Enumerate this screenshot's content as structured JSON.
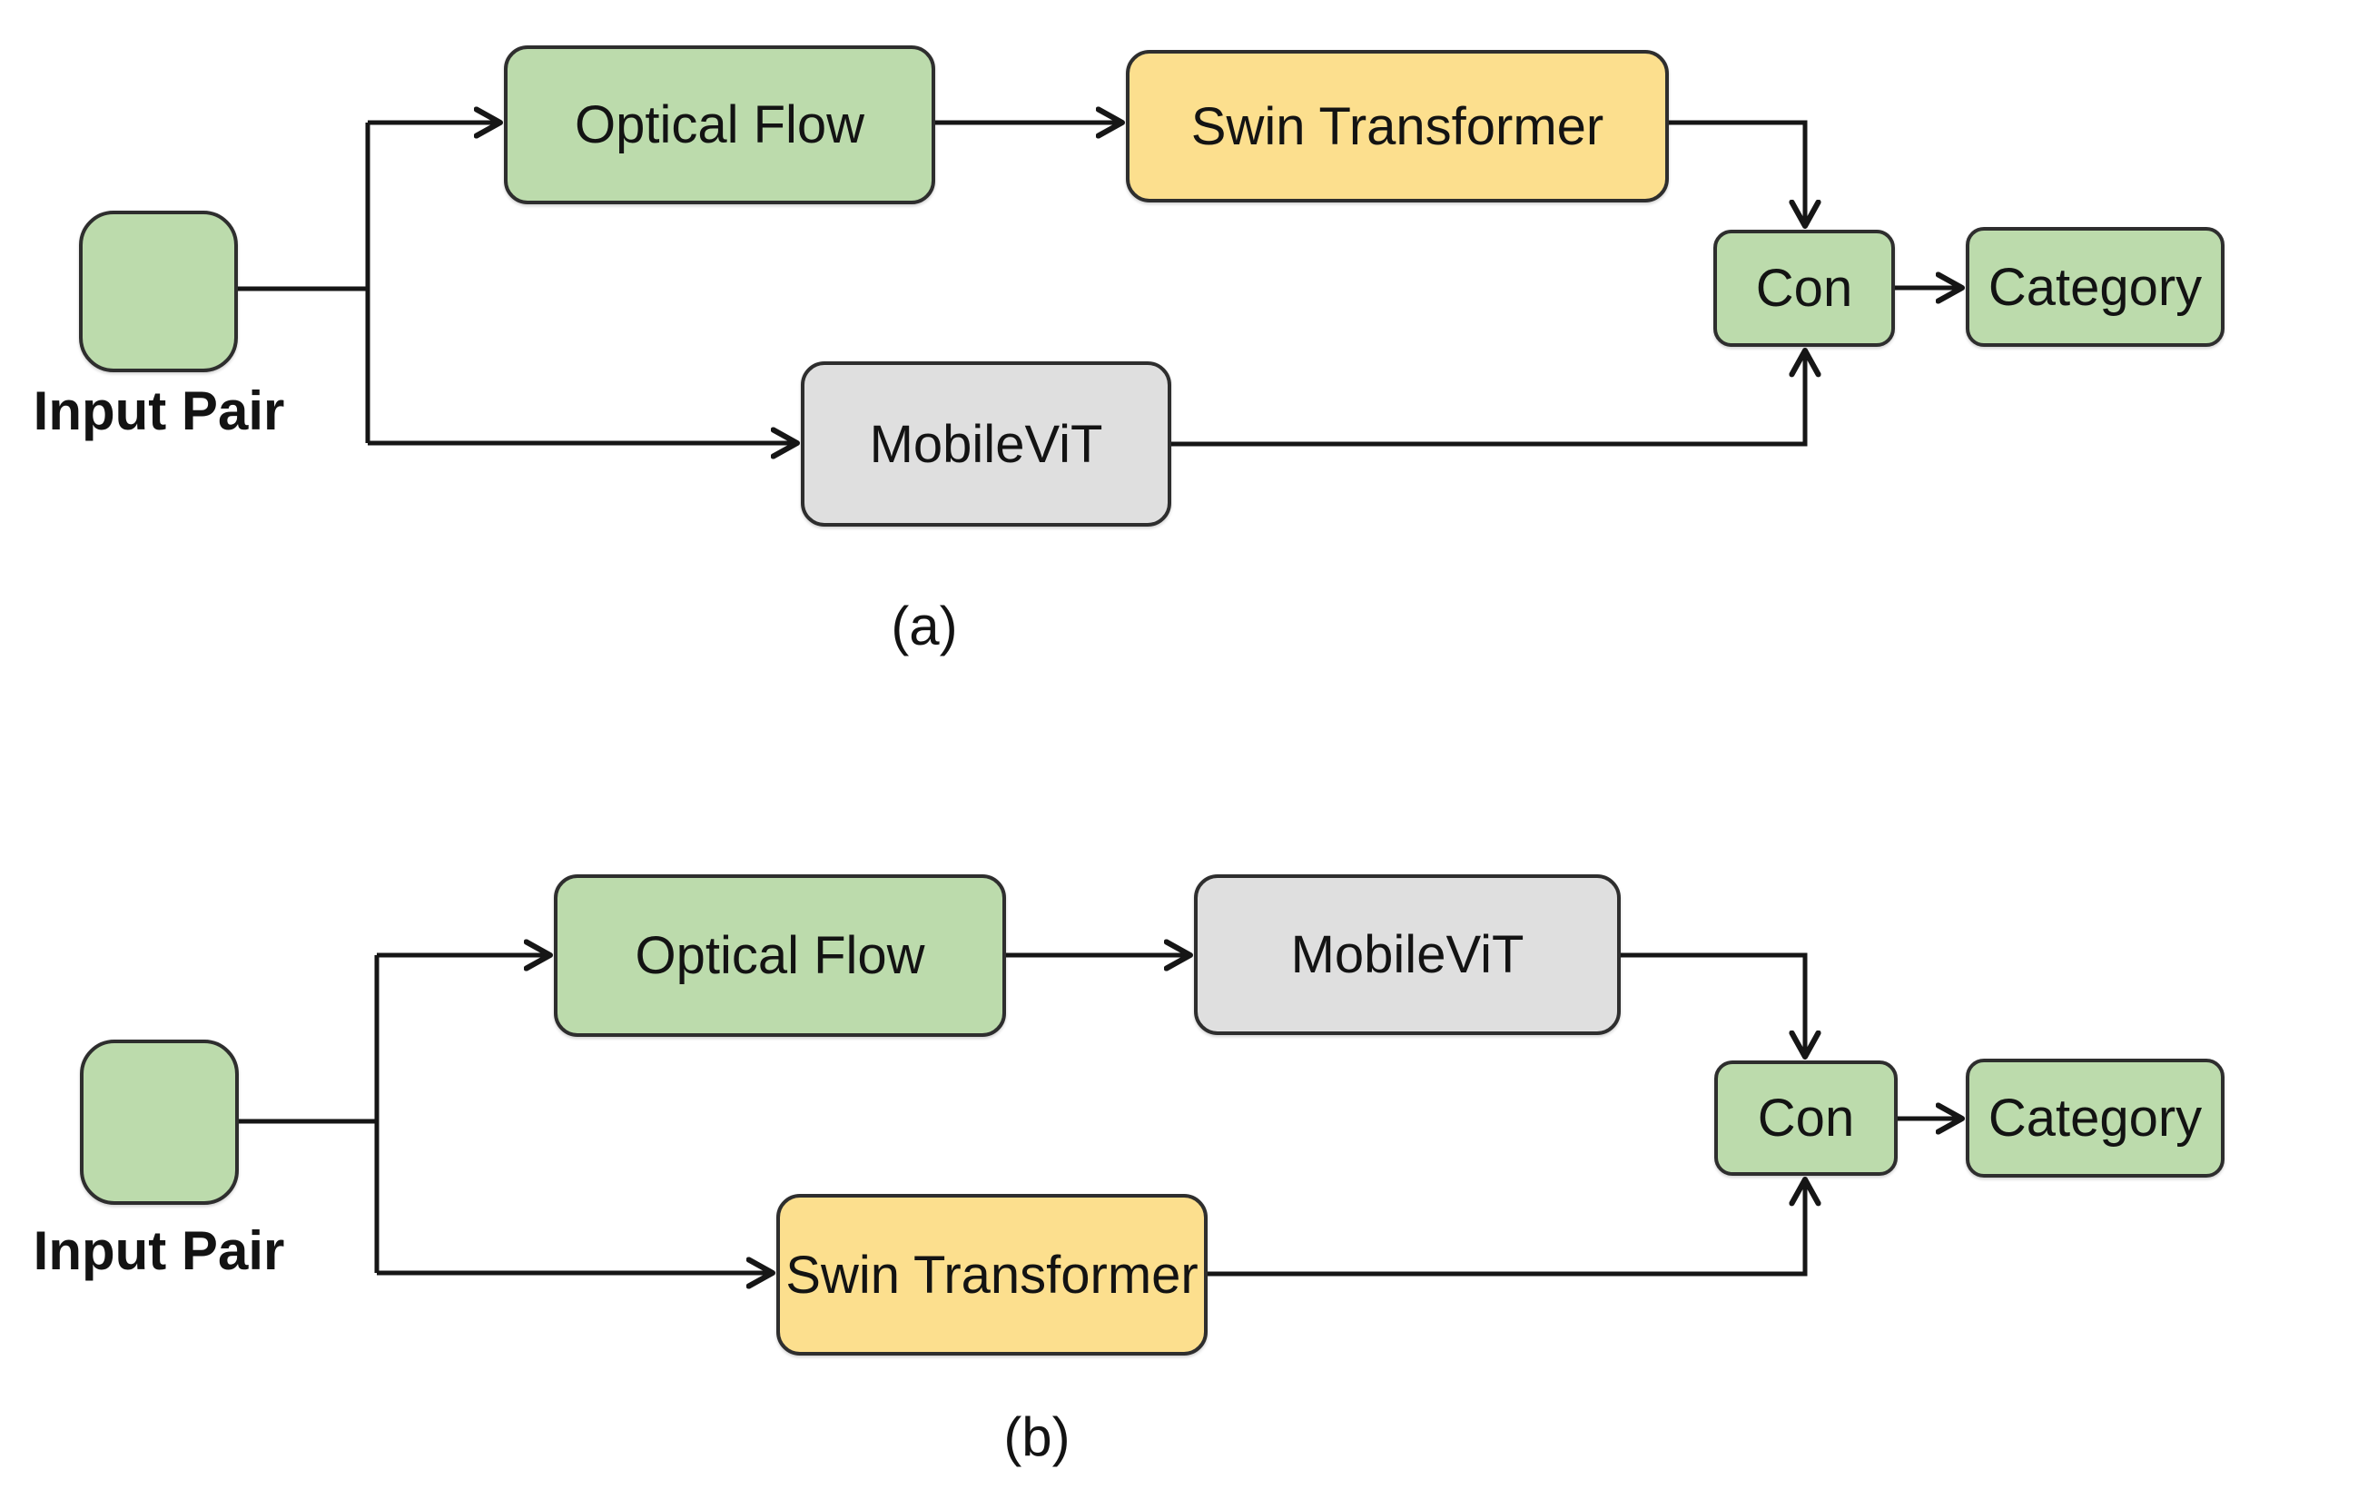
{
  "figure": {
    "background": "#ffffff",
    "colors": {
      "green_fill": "#bcdbac",
      "yellow_fill": "#fcdf8e",
      "gray_fill": "#dfdfdf",
      "box_border": "#2e2e2e",
      "connector": "#161616",
      "text": "#131313"
    },
    "panels": [
      {
        "caption": "(a)",
        "input_label": "Input Pair",
        "nodes": {
          "input_pair": {
            "label": "",
            "fill": "#bcdbac"
          },
          "optical_flow": {
            "label": "Optical Flow",
            "fill": "#bcdbac"
          },
          "swin_transformer": {
            "label": "Swin Transformer",
            "fill": "#fcdf8e"
          },
          "mobilevit": {
            "label": "MobileViT",
            "fill": "#dfdfdf"
          },
          "con": {
            "label": "Con",
            "fill": "#bcdbac"
          },
          "category": {
            "label": "Category",
            "fill": "#bcdbac"
          }
        },
        "edges": [
          [
            "Input Pair",
            "Optical Flow"
          ],
          [
            "Optical Flow",
            "Swin Transformer"
          ],
          [
            "Swin Transformer",
            "Con"
          ],
          [
            "Input Pair",
            "MobileViT"
          ],
          [
            "MobileViT",
            "Con"
          ],
          [
            "Con",
            "Category"
          ]
        ]
      },
      {
        "caption": "(b)",
        "input_label": "Input Pair",
        "nodes": {
          "input_pair": {
            "label": "",
            "fill": "#bcdbac"
          },
          "optical_flow": {
            "label": "Optical Flow",
            "fill": "#bcdbac"
          },
          "mobilevit": {
            "label": "MobileViT",
            "fill": "#dfdfdf"
          },
          "swin_transformer": {
            "label": "Swin Transformer",
            "fill": "#fcdf8e"
          },
          "con": {
            "label": "Con",
            "fill": "#bcdbac"
          },
          "category": {
            "label": "Category",
            "fill": "#bcdbac"
          }
        },
        "edges": [
          [
            "Input Pair",
            "Optical Flow"
          ],
          [
            "Optical Flow",
            "MobileViT"
          ],
          [
            "MobileViT",
            "Con"
          ],
          [
            "Input Pair",
            "Swin Transformer"
          ],
          [
            "Swin Transformer",
            "Con"
          ],
          [
            "Con",
            "Category"
          ]
        ]
      }
    ]
  }
}
